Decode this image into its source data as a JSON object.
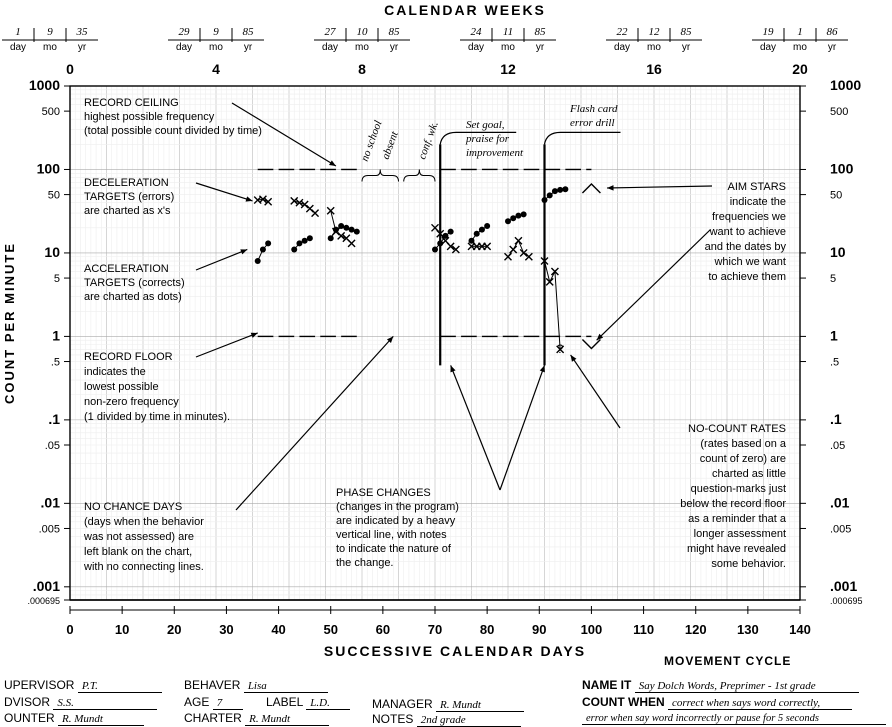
{
  "chart_data": {
    "type": "scatter",
    "title": "CALENDAR WEEKS",
    "xlabel": "SUCCESSIVE CALENDAR DAYS",
    "ylabel": "COUNT PER MINUTE",
    "xlim": [
      0,
      140
    ],
    "ylim": [
      0.000695,
      1000
    ],
    "y_scale": "log",
    "x_ticks": [
      "0",
      "10",
      "20",
      "30",
      "40",
      "50",
      "60",
      "70",
      "80",
      "90",
      "100",
      "110",
      "120",
      "130",
      "140"
    ],
    "week_ticks": [
      "0",
      "4",
      "8",
      "12",
      "16",
      "20"
    ],
    "y_ticks_left": [
      {
        "v": 1000,
        "label": "1000"
      },
      {
        "v": 500,
        "label": "500"
      },
      {
        "v": 100,
        "label": "100"
      },
      {
        "v": 50,
        "label": "50"
      },
      {
        "v": 10,
        "label": "10"
      },
      {
        "v": 5,
        "label": "5"
      },
      {
        "v": 1,
        "label": "1"
      },
      {
        "v": 0.5,
        "label": ".5"
      },
      {
        "v": 0.1,
        "label": ".1"
      },
      {
        "v": 0.05,
        "label": ".05"
      },
      {
        "v": 0.01,
        "label": ".01"
      },
      {
        "v": 0.005,
        "label": ".005"
      },
      {
        "v": 0.001,
        "label": ".001"
      },
      {
        "v": 0.000695,
        "label": ".000695"
      }
    ],
    "date_header": {
      "sublabels": [
        "day",
        "mo",
        "yr"
      ],
      "dates": [
        {
          "day": "1",
          "mo": "9",
          "yr": "35"
        },
        {
          "day": "29",
          "mo": "9",
          "yr": "85"
        },
        {
          "day": "27",
          "mo": "10",
          "yr": "85"
        },
        {
          "day": "24",
          "mo": "11",
          "yr": "85"
        },
        {
          "day": "22",
          "mo": "12",
          "yr": "85"
        },
        {
          "day": "19",
          "mo": "1",
          "yr": "86"
        }
      ]
    },
    "series": [
      {
        "name": "corrects (dots)",
        "marker": "dot",
        "segments": [
          [
            [
              36,
              8
            ],
            [
              37,
              11
            ],
            [
              38,
              13
            ]
          ],
          [
            [
              43,
              11
            ],
            [
              44,
              13
            ],
            [
              45,
              14
            ],
            [
              46,
              15
            ]
          ],
          [
            [
              50,
              15
            ],
            [
              51,
              19
            ],
            [
              52,
              21
            ],
            [
              53,
              20
            ],
            [
              54,
              19
            ],
            [
              55,
              18
            ]
          ],
          [
            [
              70,
              11
            ],
            [
              71,
              13
            ],
            [
              72,
              16
            ],
            [
              73,
              18
            ]
          ],
          [
            [
              77,
              14
            ],
            [
              78,
              17
            ],
            [
              79,
              19
            ],
            [
              80,
              21
            ]
          ],
          [
            [
              84,
              24
            ],
            [
              85,
              26
            ],
            [
              86,
              28
            ],
            [
              87,
              29
            ]
          ],
          [
            [
              91,
              43
            ],
            [
              92,
              49
            ],
            [
              93,
              55
            ],
            [
              94,
              57
            ],
            [
              95,
              58
            ]
          ]
        ]
      },
      {
        "name": "errors (x's)",
        "marker": "x",
        "segments": [
          [
            [
              36,
              43
            ],
            [
              37,
              44
            ],
            [
              38,
              41
            ]
          ],
          [
            [
              43,
              42
            ],
            [
              44,
              40
            ],
            [
              45,
              38
            ],
            [
              46,
              34
            ],
            [
              47,
              30
            ]
          ],
          [
            [
              50,
              32
            ],
            [
              51,
              18
            ],
            [
              52,
              16
            ],
            [
              53,
              15
            ],
            [
              54,
              13
            ]
          ],
          [
            [
              70,
              20
            ],
            [
              71,
              17
            ],
            [
              72,
              14
            ],
            [
              73,
              12
            ],
            [
              74,
              11
            ]
          ],
          [
            [
              77,
              12
            ],
            [
              78,
              12
            ],
            [
              79,
              12
            ],
            [
              80,
              12
            ]
          ],
          [
            [
              84,
              9
            ],
            [
              85,
              11
            ],
            [
              86,
              14
            ],
            [
              87,
              10
            ],
            [
              88,
              9
            ]
          ],
          [
            [
              91,
              8
            ],
            [
              92,
              4.5
            ],
            [
              93,
              6
            ],
            [
              94,
              0.7
            ]
          ]
        ]
      }
    ],
    "record_ceiling": [
      [
        36,
        55,
        100
      ],
      [
        71,
        91,
        100
      ],
      [
        91,
        100,
        100
      ]
    ],
    "record_floor": [
      [
        36,
        55,
        1
      ],
      [
        71,
        91,
        1
      ],
      [
        91,
        100,
        1
      ]
    ],
    "phase_lines": [
      71,
      91
    ],
    "aim_stars": [
      {
        "x": 100,
        "y": 60,
        "marker": "^"
      },
      {
        "x": 100,
        "y": 0.8,
        "marker": "v"
      }
    ],
    "no_count": {
      "x": 94,
      "y": 0.75,
      "label": "?"
    },
    "annotations": {
      "ceiling": [
        "RECORD CEILING",
        "highest possible frequency",
        "(total possible count divided by  time)"
      ],
      "decel": [
        "DECELERATION",
        "TARGETS (errors)",
        "are charted as x's"
      ],
      "accel": [
        "ACCELERATION",
        "TARGETS (corrects)",
        "are charted as dots)"
      ],
      "floor": [
        "RECORD FLOOR",
        "indicates the",
        "lowest possible",
        "non-zero frequency",
        "(1 divided by time in minutes)."
      ],
      "nochance": [
        "NO CHANCE DAYS",
        "(days when the behavior",
        "was not assessed) are",
        "left blank on the chart,",
        "with no connecting lines."
      ],
      "phase": [
        "PHASE CHANGES",
        "(changes in the program)",
        "are indicated by a heavy",
        "vertical line, with notes",
        "to indicate the nature of",
        "the change."
      ],
      "nocount": [
        "NO-COUNT RATES",
        "(rates based on a",
        "count of zero) are",
        "charted as little",
        "question-marks just",
        "below the record floor",
        "as a reminder that a",
        "longer assessment",
        "might have revealed",
        "some behavior."
      ],
      "aimstars": [
        "AIM STARS",
        "indicate the",
        "frequencies we",
        "want to achieve",
        "and the dates by",
        "which we want",
        "to achieve them"
      ],
      "noschool": "no school",
      "absent": "absent",
      "confwk": "conf. wk.",
      "setgoal": [
        "Set goal,",
        "praise for",
        "improvement"
      ],
      "flashcard": [
        "Flash card",
        "error drill"
      ]
    }
  },
  "footer": {
    "movement_cycle": "MOVEMENT CYCLE",
    "supervisor_label": "UPERVISOR",
    "supervisor": "P.T.",
    "advisor_label": "DVISOR",
    "advisor": "S.S.",
    "counter_label": "OUNTER",
    "counter": "R. Mundt",
    "behaver_label": "BEHAVER",
    "behaver": "Lisa",
    "age_label": "AGE",
    "age": "7",
    "label_label": "LABEL",
    "label": "L.D.",
    "charter_label": "CHARTER",
    "charter": "R. Mundt",
    "manager_label": "MANAGER",
    "manager": "R. Mundt",
    "notes_label": "NOTES",
    "notes": "2nd grade",
    "name_it_label": "NAME IT",
    "name_it": "Say Dolch Words, Preprimer - 1st grade",
    "count_when_label": "COUNT  WHEN",
    "count_when_1": "correct when says word correctly,",
    "count_when_2": "error when say word incorrectly or pause for 5 seconds"
  }
}
